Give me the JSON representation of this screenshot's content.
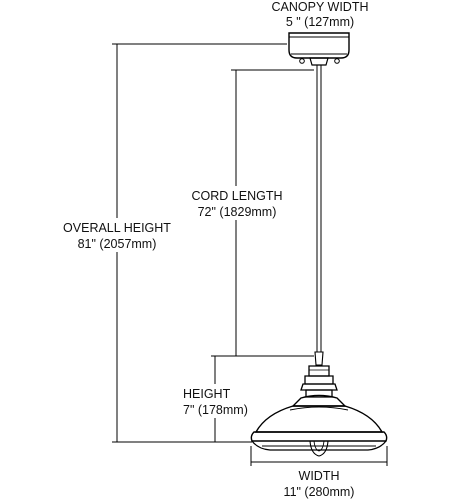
{
  "colors": {
    "line": "#000000",
    "text": "#111111",
    "background": "#ffffff"
  },
  "dimensions": {
    "canopy_width": {
      "label": "CANOPY WIDTH",
      "value": "5 \" (127mm)"
    },
    "cord_length": {
      "label": "CORD LENGTH",
      "value": "72\" (1829mm)"
    },
    "overall_height": {
      "label": "OVERALL HEIGHT",
      "value": "81\" (2057mm)"
    },
    "height": {
      "label": "HEIGHT",
      "value": "7\" (178mm)"
    },
    "width": {
      "label": "WIDTH",
      "value": "11\" (280mm)"
    }
  }
}
